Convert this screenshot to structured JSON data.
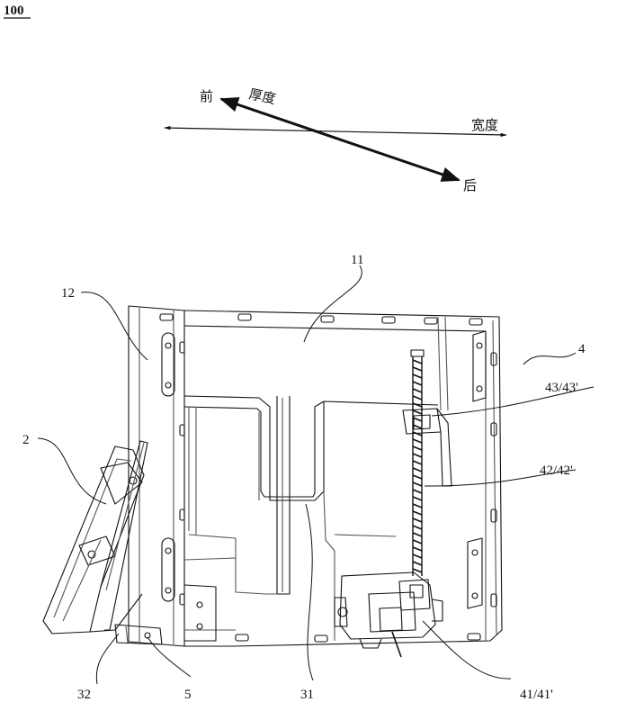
{
  "figure": {
    "number": "100"
  },
  "directions": {
    "front": "前",
    "thickness": "厚度",
    "width": "宽度",
    "back": "后"
  },
  "labels": {
    "l11": "11",
    "l12": "12",
    "l4": "4",
    "l43": "43/43'",
    "l2": "2",
    "l42": "42/42'",
    "l32": "32",
    "l5": "5",
    "l31": "31",
    "l41": "41/41'"
  },
  "colors": {
    "ink": "#111111",
    "light_line": "#555555",
    "paper": "#ffffff"
  }
}
